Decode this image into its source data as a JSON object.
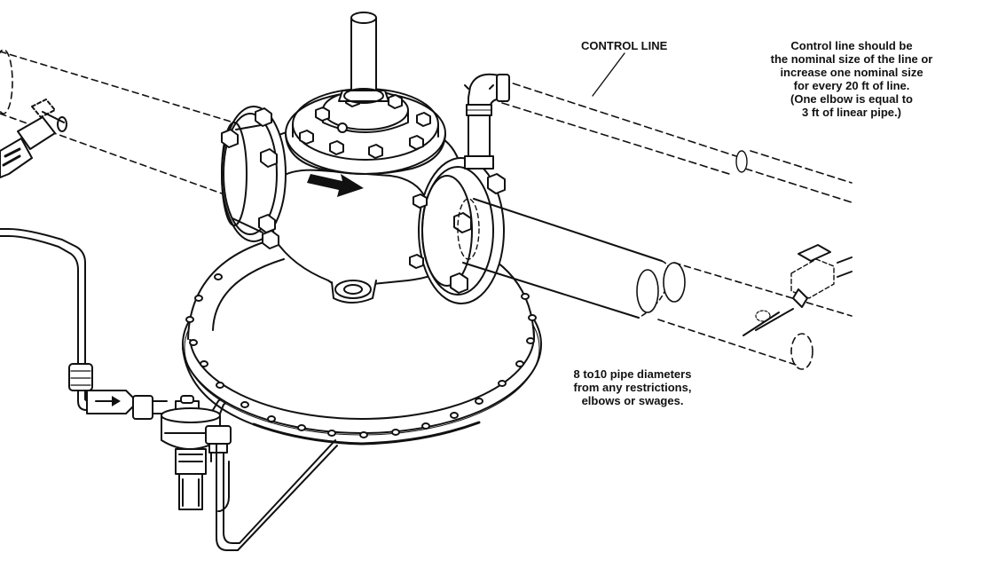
{
  "labels": {
    "control_line": "CONTROL LINE",
    "control_line_note": [
      "Control line should be",
      "the nominal size of the line or",
      "increase one nominal size",
      "for every 20 ft of line.",
      "(One elbow is equal to",
      "3 ft of linear pipe.)"
    ],
    "pipe_note": [
      "8 to10 pipe diameters",
      "from any restrictions,",
      "elbows or swages."
    ]
  },
  "colors": {
    "ink": "#111111",
    "background": "#ffffff"
  }
}
